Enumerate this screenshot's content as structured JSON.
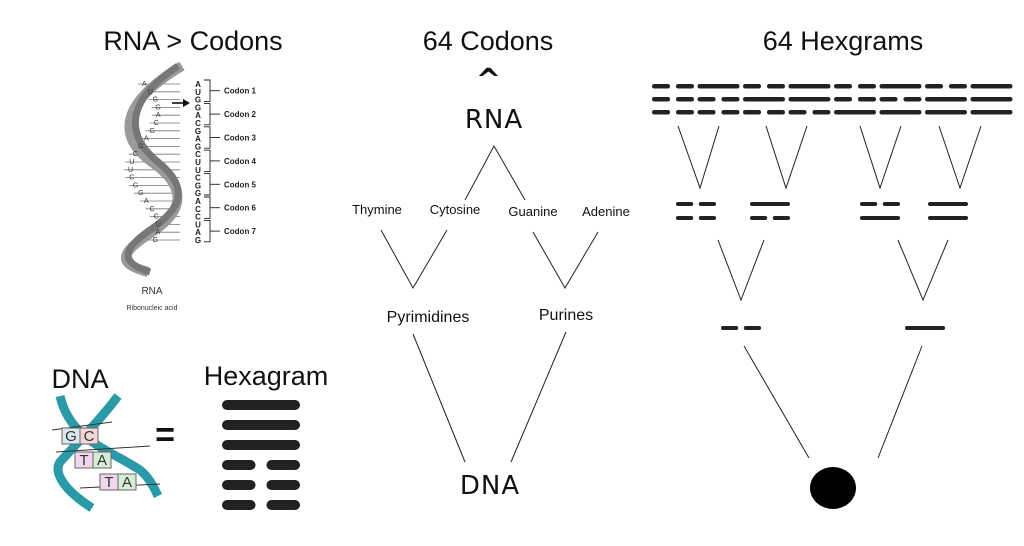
{
  "titles": {
    "rna_codons": "RNA > Codons",
    "codons64": "64 Codons",
    "hexgrams64": "64 Hexgrams"
  },
  "left_figure": {
    "codons": [
      "Codon 1",
      "Codon 2",
      "Codon 3",
      "Codon 4",
      "Codon 5",
      "Codon 6",
      "Codon 7"
    ],
    "sequence": [
      "A",
      "U",
      "G",
      "G",
      "A",
      "C",
      "G",
      "A",
      "G",
      "C",
      "U",
      "U",
      "C",
      "G",
      "G",
      "A",
      "C",
      "C",
      "U",
      "A",
      "G"
    ],
    "rna_label": "RNA",
    "rna_caption": "Ribonucleic acid"
  },
  "dna_equals": {
    "dna_label": "DNA",
    "equals": "=",
    "hexagram_label": "Hexagram",
    "pairs": [
      [
        "G",
        "C"
      ],
      [
        "T",
        "A"
      ],
      [
        "T",
        "A"
      ]
    ]
  },
  "middle_tree": {
    "caret": "^",
    "rna": "RNA",
    "bases": [
      "Thymine",
      "Cytosine",
      "Guanine",
      "Adenine"
    ],
    "groups": [
      "Pyrimidines",
      "Purines"
    ],
    "dna": "DNA"
  },
  "hexgram_tree": {
    "top_trigram_lines": [
      [
        "broken",
        "solid",
        "broken",
        "solid",
        "broken",
        "solid",
        "broken",
        "solid"
      ],
      [
        "broken",
        "broken",
        "solid",
        "solid",
        "broken",
        "broken",
        "solid",
        "solid"
      ],
      [
        "broken",
        "broken",
        "broken",
        "broken",
        "solid",
        "solid",
        "solid",
        "solid"
      ]
    ],
    "bigrams": [
      [
        "broken",
        "broken"
      ],
      [
        "solid",
        "broken"
      ],
      [
        "broken",
        "solid"
      ],
      [
        "solid",
        "solid"
      ]
    ],
    "monograms": [
      "broken",
      "solid"
    ]
  }
}
